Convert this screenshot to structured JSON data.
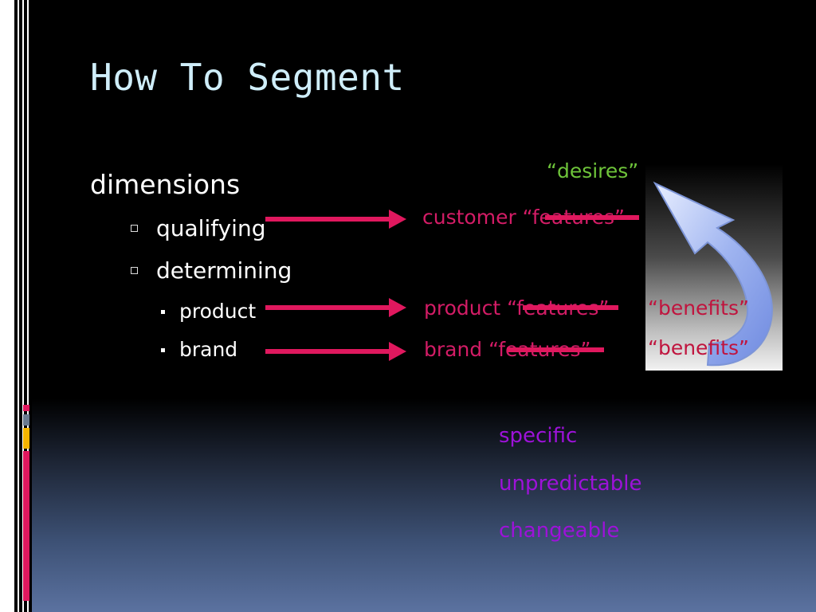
{
  "slide": {
    "title": "How To Segment",
    "bullets": {
      "l1": "dimensions",
      "qualifying": "qualifying",
      "determining": "determining",
      "product": "product",
      "brand": "brand"
    },
    "labels": {
      "desires": "“desires”",
      "customer_features": "customer “features”",
      "product_features": "product “features”",
      "brand_features": "brand “features”",
      "benefits_1": "“benefits”",
      "benefits_2": "“benefits”"
    },
    "attributes": [
      "specific",
      "unpredictable",
      "changeable"
    ]
  },
  "colors": {
    "title": "#cfeefa",
    "arrow": "#e0185e",
    "feature_text": "#d31c66",
    "benefit_text": "#c0143e",
    "desire_text": "#6ec43a",
    "attribute_text": "#9d12d9"
  },
  "icons": {
    "curved_arrow": "curved-up-arrow-icon",
    "right_arrow": "right-arrow-icon"
  }
}
